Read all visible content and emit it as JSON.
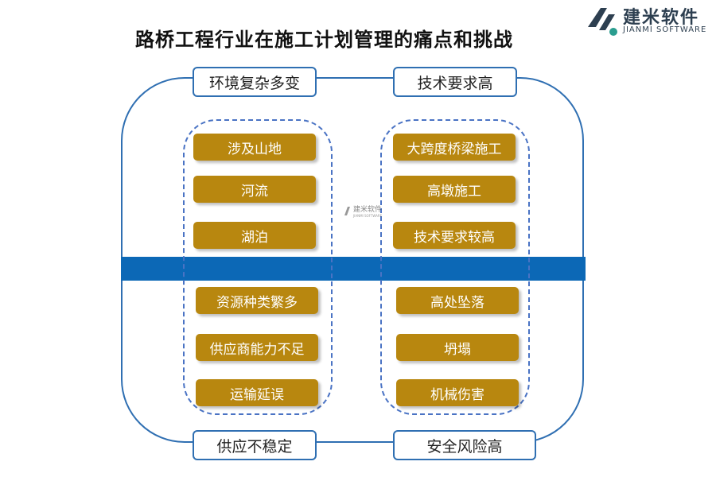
{
  "title": "路桥工程行业在施工计划管理的痛点和挑战",
  "logo": {
    "name": "建米软件",
    "sub": "JIANMI SOFTWARE"
  },
  "watermark": {
    "name": "建米软件",
    "sub": "JIANMI SOFTWARE"
  },
  "colors": {
    "frame": "#2f6fb2",
    "band": "#0c68b6",
    "item": "#b8870f"
  },
  "categories": {
    "top_left": "环境复杂多变",
    "top_right": "技术要求高",
    "bottom_left": "供应不稳定",
    "bottom_right": "安全风险高"
  },
  "groups": {
    "top_left": [
      "涉及山地",
      "河流",
      "湖泊"
    ],
    "top_right": [
      "大跨度桥梁施工",
      "高墩施工",
      "技术要求较高"
    ],
    "bottom_left": [
      "资源种类繁多",
      "供应商能力不足",
      "运输延误"
    ],
    "bottom_right": [
      "高处坠落",
      "坍塌",
      "机械伤害"
    ]
  }
}
